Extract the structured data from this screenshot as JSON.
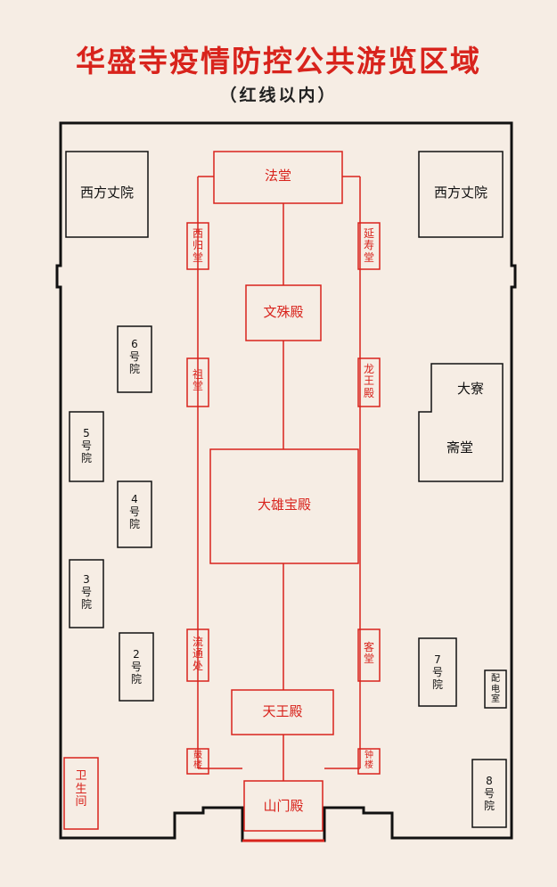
{
  "title": "华盛寺疫情防控公共游览区域",
  "subtitle": "（红线以内）",
  "legend_color": "#d8231c",
  "halls": {
    "fatang": "法堂",
    "wenshu": "文殊殿",
    "daxiong": "大雄宝殿",
    "tianwang": "天王殿",
    "shanmen": "山门殿"
  },
  "side_halls": {
    "xigui": "西归堂",
    "yanshou": "延寿堂",
    "zutang": "祖堂",
    "longwang": "龙王殿",
    "liutong": "流通处",
    "ketang": "客堂",
    "gulou": "鼓楼",
    "zhonglou": "钟楼"
  },
  "buildings": {
    "west_fangzhang_left": "西方丈院",
    "west_fangzhang_right": "西方丈院",
    "yard6": "6号院",
    "yard5": "5号院",
    "yard4": "4号院",
    "yard3": "3号院",
    "yard2": "2号院",
    "yard7": "7号院",
    "yard8": "8号院",
    "dazhai": "大寮",
    "zhaitang": "斋堂",
    "peidian": "配电室",
    "toilet": "卫生间"
  }
}
